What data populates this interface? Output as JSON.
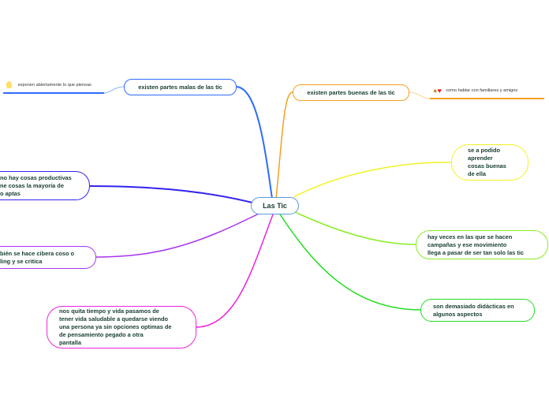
{
  "central": {
    "label": "Las Tic",
    "color": "#5b9bd5"
  },
  "branches": [
    {
      "label": "existen partes malas de las tic",
      "color": "#2d6bff",
      "child": {
        "label": "exponen abiertamente lo que piensas",
        "icon": "lightbulb-icon"
      }
    },
    {
      "label": "existen partes buenas de las tic",
      "color": "#f5a020",
      "child": {
        "label": "como hablar con familiares y amigos",
        "icon": "family-love-icon"
      }
    },
    {
      "label": "se a podido\naprender\ncosas buenas\nde ella",
      "color": "#f2f226"
    },
    {
      "label": "hay veces en las que se hacen\ncampañas y ese movimiento\nllega a pasar de ser tan solo las tic",
      "color": "#88ee22"
    },
    {
      "label": "son demasiado didácticas en\nalgunos aspectos",
      "color": "#22dd22"
    },
    {
      "label": "nos quita tiempo y vida pasamos de\ntener vida saludable a quedarse viendo\nuna persona ya sin opciones optimas de\nde pensamiento pegado a otra\npantalla",
      "color": "#ee22dd"
    },
    {
      "label": "bién se hace cibera coso o\nling y se critica",
      "color": "#aa33ee"
    },
    {
      "label": "no hay cosas productivas\nne cosas la mayoría de\no aptas",
      "color": "#3322ee"
    }
  ]
}
